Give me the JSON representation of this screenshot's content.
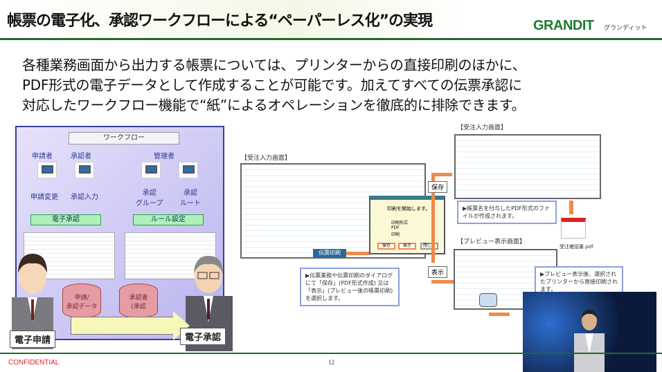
{
  "header": {
    "title": "帳票の電子化、承認ワークフローによる“ペーパーレス化”の実現",
    "logo": "GRANDIT",
    "logo_sub": "グランディット"
  },
  "body": {
    "lines": [
      "各種業務画面から出力する帳票については、プリンターからの直接印刷のほかに、",
      "PDF形式の電子データとして作成することが可能です。加えてすべての伝票承認に",
      "対応したワークフロー機能で“紙”によるオペレーションを徹底的に排除できます。"
    ]
  },
  "workflow": {
    "title": "ワークフロー",
    "roles": [
      "申請者",
      "承認者",
      "管理者"
    ],
    "actions": [
      "申請変更",
      "承認入力",
      "承認\nグループ",
      "承認\nルート"
    ],
    "buttons": [
      "電子承認",
      "ルール設定"
    ],
    "db": [
      "申請/\n承認データ",
      "承認者\n(承認"
    ],
    "left_label": "電子申請",
    "right_label": "電子承認"
  },
  "flow": {
    "screen1_caption": "【受注入力画面】",
    "print_button": "伝票印刷",
    "dialog_title": "印刷を開始します。",
    "dialog_options": [
      "印刷形式",
      "PDF",
      "印刷"
    ],
    "dialog_buttons": [
      "保存",
      "表示",
      "閉じる"
    ],
    "note1": "▶伝票業務や伝票印刷のダイアログにて「保存」(PDF形式作成) 又は「表示」(プレビュー後の帳票印刷)を選択します。",
    "tag_save": "保存",
    "tag_show": "表示",
    "screen2_caption": "【受注入力画面】",
    "note2": "▶帳票名を付与したPDF形式のファイルが作成されます。",
    "pdf_file": "受注確認書.pdf",
    "screen3_caption": "【プレビュー表示画面】",
    "note3": "▶プレビュー表示後、選択されたプリンターから直接印刷されます。"
  },
  "footer": {
    "confidential": "CONFIDENTIAL",
    "page": "12"
  }
}
